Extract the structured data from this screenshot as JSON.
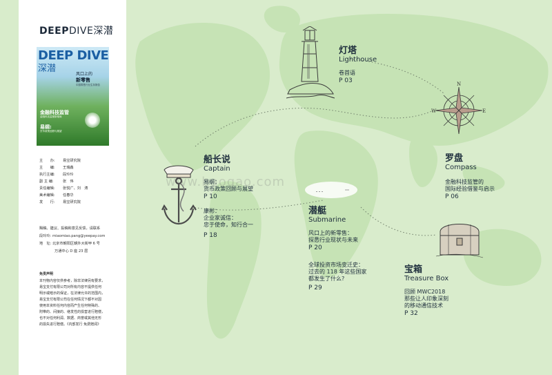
{
  "brand": {
    "bold": "DEEP",
    "light": "DIVE",
    "cn": "深潜"
  },
  "cover": {
    "title": "DEEP DIVE",
    "title_cn": "深潜",
    "headline1": "风口上的",
    "headline2": "新零售",
    "headline_sub": "中国零售行业生存报告",
    "headline3": "金融科技监管",
    "headline3_sub": "金融科技监管新格局",
    "headline4": "易纲:",
    "headline4_sub": "货币政策回顾与展望"
  },
  "credits": [
    {
      "label": "主　　办:",
      "value": "易宝研究院"
    },
    {
      "label": "主　　编:",
      "value": "王瑞鑫"
    },
    {
      "label": "执行主编:",
      "value": "段玲玲"
    },
    {
      "label": "副 主 编:",
      "value": "张　伟"
    },
    {
      "label": "责任编辑:",
      "value": "张悦广、刘　涛"
    },
    {
      "label": "美术编辑:",
      "value": "任春华"
    },
    {
      "label": "发　　行:",
      "value": "易宝研究院"
    }
  ],
  "contact": {
    "line1": "赐稿、建议、投稿和意见反馈，请联系",
    "email_label": "段玲玲:",
    "email": "miaomiao.pang@yeepay.com",
    "addr_label": "地　址:",
    "addr": "北京市朝阳区朝外大街甲 6 号",
    "addr2": "万通中心 D 座 23 层"
  },
  "disclaimer": {
    "title": "免责声明",
    "lines": [
      "本刊物内容仅供参考，除非法律另有要求，",
      "易宝支付有限公司对所有内容不提供任何",
      "明示或暗示的保证，在法律允许的范围内，",
      "易宝支付有限公司在任何情况下都不对因",
      "使用本资料任何内容而产生任何特殊的、",
      "附带的、间接的、继发性的损害进行赔偿，",
      "也不对任何利润、数据、商誉或其他无形",
      "的损失进行赔偿。《内部发行 免费赠阅》"
    ]
  },
  "watermark": "www.baogao.com",
  "sections": {
    "lighthouse": {
      "cn": "灯塔",
      "en": "Lighthouse",
      "desc": [
        "卷首语"
      ],
      "page": "P 03"
    },
    "compass": {
      "cn": "罗盘",
      "en": "Compass",
      "desc": [
        "金融科技监管的",
        "国际经验借鉴与启示"
      ],
      "page": "P 06"
    },
    "captain": {
      "cn": "船长说",
      "en": "Captain",
      "desc": [
        "易纲：",
        "货币政策回顾与展望"
      ],
      "page": "P 10",
      "desc2": [
        "康彬：",
        "企业家诚信：",
        "忠于使命，知行合一"
      ],
      "page2": "P 18"
    },
    "submarine": {
      "cn": "潜艇",
      "en": "Submarine",
      "desc": [
        "风口上的新零售：",
        "探悉行业现状与未来"
      ],
      "page": "P 20",
      "desc2": [
        "全球投资市场变迁史：",
        "过去的 118 年这些国家",
        "都发生了什么?"
      ],
      "page2": "P 29"
    },
    "treasure": {
      "cn": "宝箱",
      "en": "Treasure Box",
      "desc": [
        "回顾 MWC2018",
        "那些让人印象深刻",
        "的移动通信技术"
      ],
      "page": "P 32"
    }
  },
  "colors": {
    "background": "#d9eccc",
    "map": "#c5e2b4",
    "text": "#1f2f3d"
  }
}
